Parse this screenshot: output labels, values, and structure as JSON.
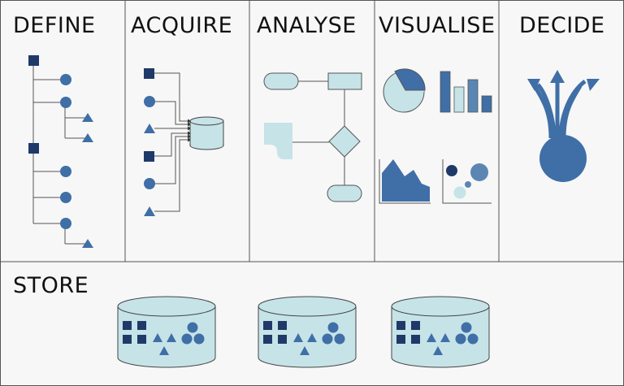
{
  "stages": [
    {
      "id": "define",
      "title": "DEFINE"
    },
    {
      "id": "acquire",
      "title": "ACQUIRE"
    },
    {
      "id": "analyse",
      "title": "ANALYSE"
    },
    {
      "id": "visualise",
      "title": "VISUALISE"
    },
    {
      "id": "decide",
      "title": "DECIDE"
    }
  ],
  "store": {
    "title": "STORE",
    "database_count": 3
  },
  "colors": {
    "dark_navy": "#1f3a68",
    "mid_blue": "#3f6fa6",
    "light_blue": "#c6e3e8",
    "steel_blue": "#5b86b3",
    "line_gray": "#555555",
    "background": "#f7f7f7",
    "border": "#555555"
  },
  "icons": {
    "define": [
      "square-icon",
      "circle-icon",
      "triangle-icon"
    ],
    "acquire": [
      "square-icon",
      "circle-icon",
      "triangle-icon",
      "database-icon"
    ],
    "analyse": [
      "terminator-shape-icon",
      "process-box-icon",
      "document-shape-icon",
      "decision-diamond-icon"
    ],
    "visualise": [
      "pie-chart-icon",
      "bar-chart-icon",
      "area-chart-icon",
      "bubble-chart-icon"
    ],
    "decide": [
      "circle-icon",
      "branching-arrows-icon"
    ]
  }
}
